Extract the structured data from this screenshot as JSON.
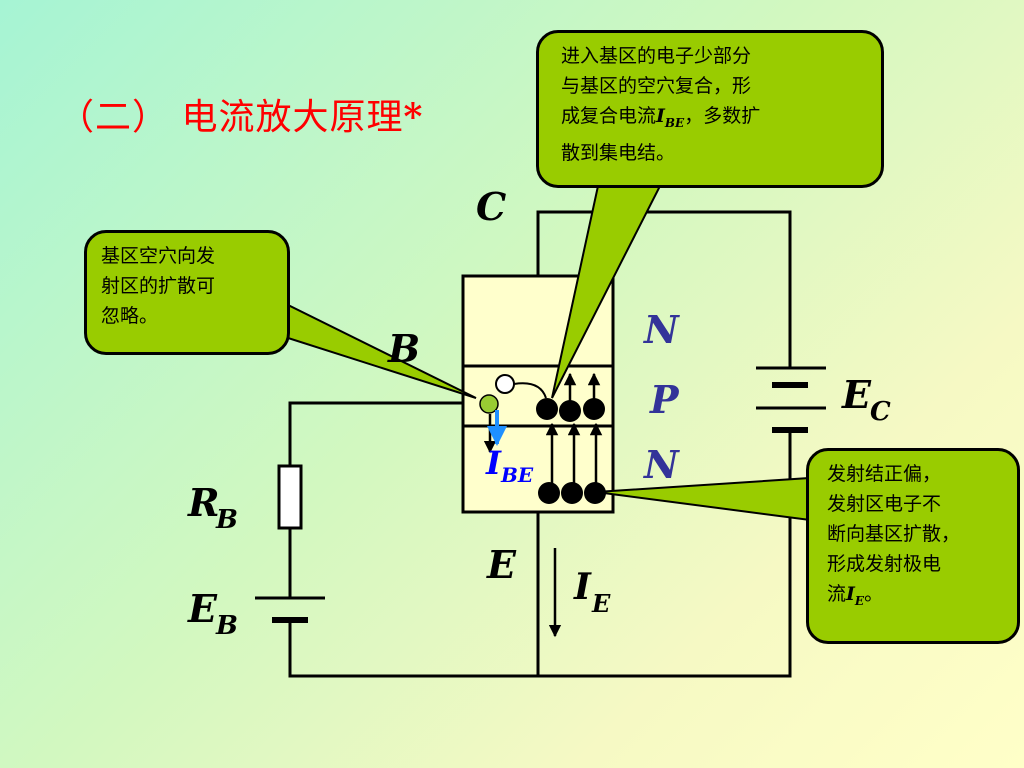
{
  "slide": {
    "title": "（二） 电流放大原理",
    "title_star": "*"
  },
  "labels": {
    "C": "C",
    "B": "B",
    "E": "E",
    "N_top": "N",
    "P": "P",
    "N_bottom": "N",
    "I_BE_main": "I",
    "I_BE_sub": "BE",
    "I_E_main": "I",
    "I_E_sub": "E",
    "R_B_main": "R",
    "R_B_sub": "B",
    "E_B_main": "E",
    "E_B_sub": "B",
    "E_C_main": "E",
    "E_C_sub": "C"
  },
  "callouts": {
    "top": {
      "line1": "进入基区的电子少部分",
      "line2": "与基区的空穴复合，形",
      "line3_pre": "成复合电流",
      "line3_var": "I",
      "line3_sub": "BE",
      "line3_post": "，多数扩",
      "line4": "散到集电结。"
    },
    "left": {
      "line1": "基区空穴向发",
      "line2": "射区的扩散可",
      "line3": "忽略。"
    },
    "right": {
      "line1": "发射结正偏，",
      "line2": "发射区电子不",
      "line3": "断向基区扩散，",
      "line4": "形成发射极电",
      "line5_pre": "流",
      "line5_var": "I",
      "line5_sub": "E",
      "line5_post": "。"
    }
  },
  "colors": {
    "title": "#ff0000",
    "callout_fill": "#99cc00",
    "region_label": "#333399",
    "current_label": "#0000ff",
    "hole_fill": "#99cc33",
    "arrow_blue": "#1e90ff",
    "background_start": "#a6f4d4",
    "background_end": "#ffffc8"
  }
}
